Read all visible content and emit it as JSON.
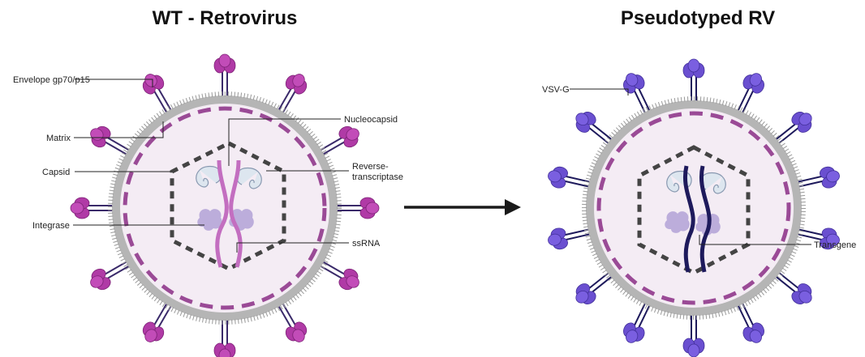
{
  "titles": {
    "left": "WT - Retrovirus",
    "right": "Pseudotyped RV"
  },
  "labels": {
    "envelope": "Envelope gp70/p15",
    "matrix": "Matrix",
    "capsid": "Capsid",
    "integrase": "Integrase",
    "nucleocapsid": "Nucleocapsid",
    "rt_line1": "Reverse-",
    "rt_line2": "transcriptase",
    "ssrna": "ssRNA",
    "vsvg": "VSV-G",
    "transgene": "Transgene"
  },
  "colors": {
    "wt_glycoprotein": "#b03aa6",
    "pseudo_glycoprotein": "#6a4fd0",
    "stalk": "#3a2a6a",
    "membrane": "#b5b5b5",
    "matrix": "#9a4a96",
    "interior": "#f4ecf4",
    "capsid": "#444444",
    "ssrna": "#c36ec0",
    "transgene": "#1e1a5c",
    "integrase": "#b6a6d8",
    "rt": "#dde6ef",
    "arrow": "#1a1a1a"
  },
  "icons": [
    "envelope-glycoprotein-icon",
    "vsvg-glycoprotein-icon",
    "integrase-icon",
    "reverse-transcriptase-icon",
    "arrow-right-icon"
  ]
}
